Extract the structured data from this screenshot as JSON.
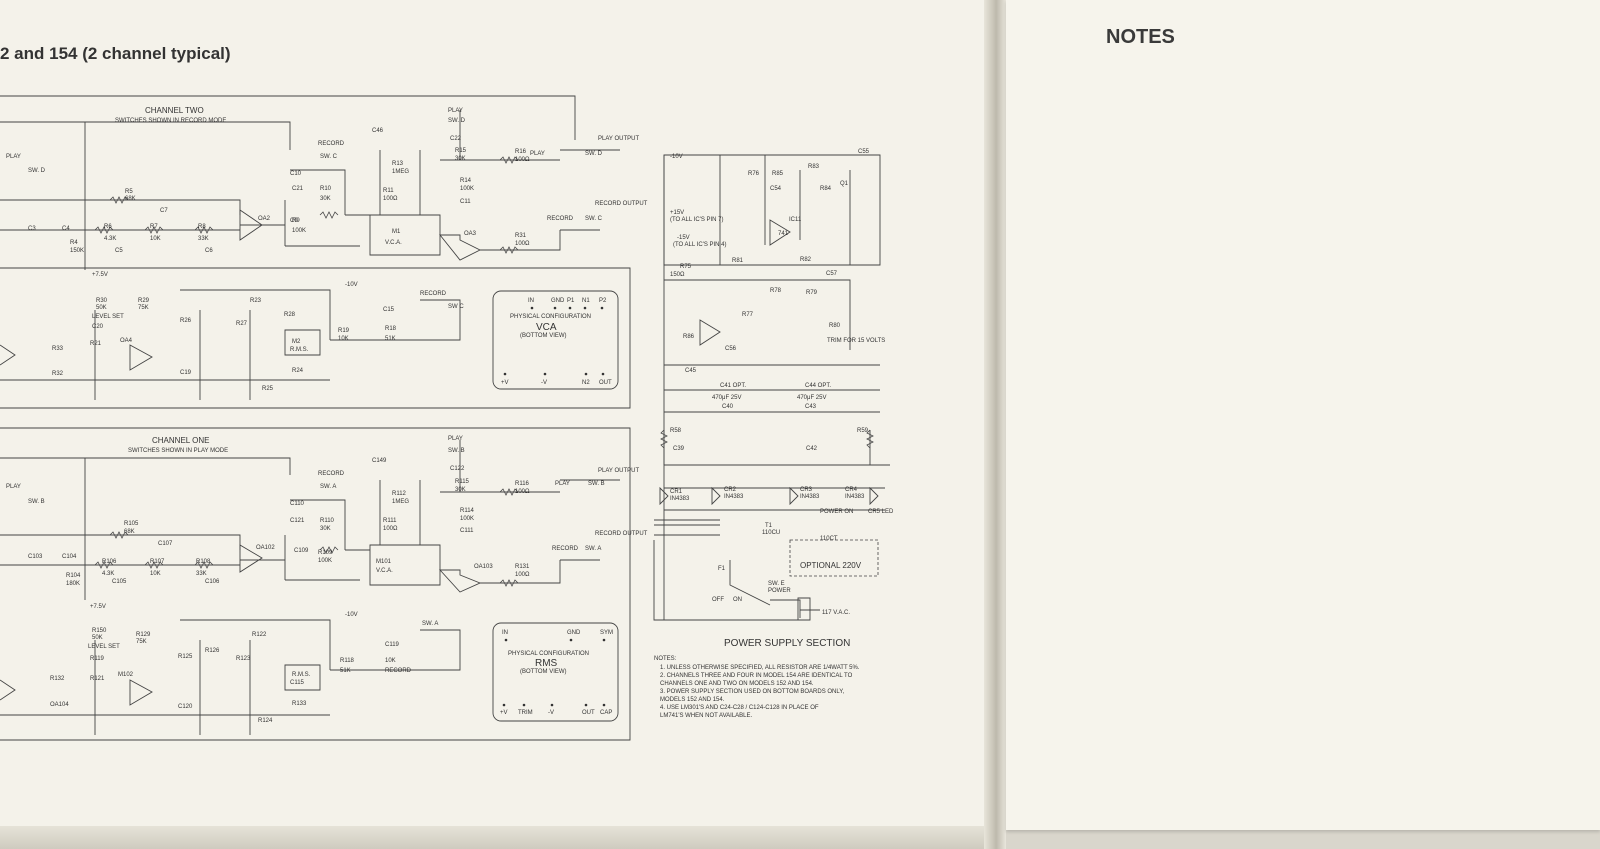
{
  "heading": "2 and 154 (2 channel typical)",
  "notes_title": "NOTES",
  "channel_two": {
    "title": "CHANNEL TWO",
    "subtitle": "SWITCHES SHOWN IN RECORD MODE",
    "labels": [
      "PLAY",
      "SW. D",
      "RECORD",
      "SW. C",
      "PLAY",
      "SW. D",
      "PLAY",
      "SW. D",
      "PLAY OUTPUT",
      "RECORD",
      "SW. C",
      "RECORD OUTPUT",
      "R5",
      "68K",
      "R6",
      "4.3K",
      "R7",
      "10K",
      "R8",
      "33K",
      "R9",
      "100K",
      "R10",
      "30K",
      "R11",
      "100Ω",
      "R13",
      "1MEG",
      "R14",
      "100K",
      "R15",
      "30K",
      "R16",
      "100Ω",
      "R31",
      "100Ω",
      "C3",
      "C4",
      "C5",
      "C6",
      "C7",
      "C9",
      "C10",
      "C11",
      "C21",
      "C22",
      "C46",
      "M1",
      "V.C.A.",
      "OA2",
      "OA3",
      "+7.5V",
      "-10V",
      "R4",
      "150K",
      "R30",
      "50K",
      "LEVEL SET",
      "R29",
      "75K",
      "R21",
      "R23",
      "R27",
      "R28",
      "R26",
      "R25",
      "R24",
      "R33",
      "R32",
      "OA4",
      "M2",
      "R.M.S.",
      "C15",
      "C19",
      "C20",
      "R19",
      "R18",
      "10K",
      "51K",
      "RECORD",
      "SW C"
    ]
  },
  "channel_one": {
    "title": "CHANNEL ONE",
    "subtitle": "SWITCHES SHOWN IN PLAY MODE",
    "labels": [
      "PLAY",
      "SW. B",
      "RECORD",
      "SW. A",
      "PLAY",
      "SW. B",
      "PLAY",
      "SW. B",
      "PLAY OUTPUT",
      "RECORD",
      "SW. A",
      "RECORD OUTPUT",
      "R105",
      "68K",
      "R106",
      "4.3K",
      "R107",
      "10K",
      "R108",
      "33K",
      "R109",
      "100K",
      "R110",
      "30K",
      "R111",
      "100Ω",
      "R112",
      "1MEG",
      "R114",
      "100K",
      "R115",
      "30K",
      "R116",
      "100Ω",
      "R131",
      "100Ω",
      "C103",
      "C104",
      "C105",
      "C106",
      "C107",
      "C109",
      "C110",
      "C111",
      "C121",
      "C122",
      "C149",
      "M101",
      "V.C.A.",
      "OA102",
      "OA103",
      "+7.5V",
      "-10V",
      "R104",
      "180K",
      "R150",
      "50K",
      "LEVEL SET",
      "R129",
      "75K",
      "R121",
      "R122",
      "R123",
      "R126",
      "R125",
      "R124",
      "R133",
      "R132",
      "OA104",
      "M102",
      "R.M.S.",
      "C115",
      "C119",
      "C120",
      "R119",
      "R118",
      "10K",
      "51K",
      "RECORD",
      "SW. A"
    ]
  },
  "vca_box": {
    "pins": [
      "IN",
      "GND",
      "P1",
      "N1",
      "P2"
    ],
    "caption1": "PHYSICAL CONFIGURATION",
    "name": "VCA",
    "caption2": "(BOTTOM VIEW)",
    "bottom_pins": [
      "+V",
      "-V",
      "N2",
      "OUT"
    ]
  },
  "rms_box": {
    "pins": [
      "IN",
      "GND",
      "SYM"
    ],
    "caption1": "PHYSICAL CONFIGURATION",
    "name": "RMS",
    "caption2": "(BOTTOM VIEW)",
    "bottom_pins": [
      "+V",
      "TRIM",
      "-V",
      "OUT",
      "CAP"
    ]
  },
  "power_supply": {
    "title": "POWER SUPPLY SECTION",
    "labels": [
      "-10V",
      "+15V",
      "(TO ALL IC'S PIN 7)",
      "-15V",
      "(TO ALL IC'S PIN 4)",
      "R75",
      "150Ω",
      "R76",
      "R77",
      "R78",
      "R79",
      "R80",
      "R81",
      "R82",
      "R83",
      "R84",
      "R85",
      "R86",
      "C54",
      "C55",
      "C56",
      "C57",
      "C41 OPT.",
      "C44 OPT.",
      "470μF 25V",
      "470μF 25V",
      "C40",
      "C43",
      "C45",
      "C42",
      "C39",
      "R58",
      "R59",
      "CR1",
      "CR2",
      "CR3",
      "CR4",
      "IN4383",
      "IN4383",
      "IN4383",
      "IN4383",
      "POWER ON",
      "CR5 LED",
      "T1",
      "110CU",
      "110CT",
      "OPTIONAL 220V",
      "F1",
      "SW. E",
      "POWER",
      "OFF",
      "ON",
      "117 V.A.C.",
      "IC11",
      "741",
      "TRIM FOR 15 VOLTS",
      "Q1"
    ]
  },
  "notes": {
    "label": "NOTES:",
    "items": [
      "1.  UNLESS OTHERWISE SPECIFIED, ALL RESISTOR ARE 1/4WATT 5%.",
      "2.  CHANNELS THREE AND FOUR IN MODEL 154 ARE IDENTICAL TO",
      "     CHANNELS ONE AND TWO ON MODELS 152 AND 154.",
      "3.  POWER SUPPLY SECTION USED ON BOTTOM BOARDS ONLY,",
      "     MODELS 152 AND 154.",
      "4.  USE LM301'S AND C24-C28 / C124-C128 IN PLACE OF",
      "     LM741'S WHEN NOT AVAILABLE."
    ]
  }
}
